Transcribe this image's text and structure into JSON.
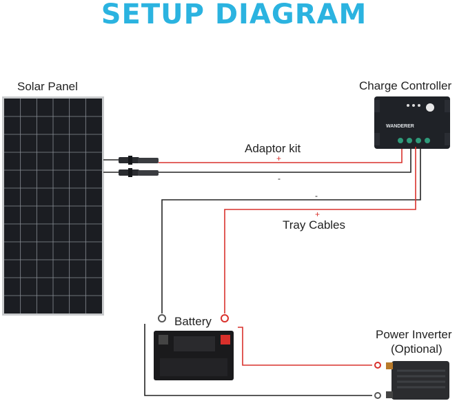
{
  "title": "SETUP DIAGRAM",
  "labels": {
    "solar_panel": "Solar Panel",
    "charge_controller": "Charge Controller",
    "adaptor_kit": "Adaptor kit",
    "tray_cables": "Tray Cables",
    "battery": "Battery",
    "power_inverter_line1": "Power Inverter",
    "power_inverter_line2": "(Optional)"
  },
  "signs": {
    "adaptor_positive": "+",
    "adaptor_negative": "-",
    "tray_negative": "-",
    "tray_positive": "+"
  },
  "controller": {
    "brand": "WANDERER"
  },
  "colors": {
    "title": "#2bb3e0",
    "positive_wire": "#d9302b",
    "negative_wire": "#222222",
    "panel_cell": "#1b1d22",
    "panel_frame": "#c9cbcd",
    "controller_body": "#1f2227",
    "controller_terminal": "#2f9a7a"
  }
}
